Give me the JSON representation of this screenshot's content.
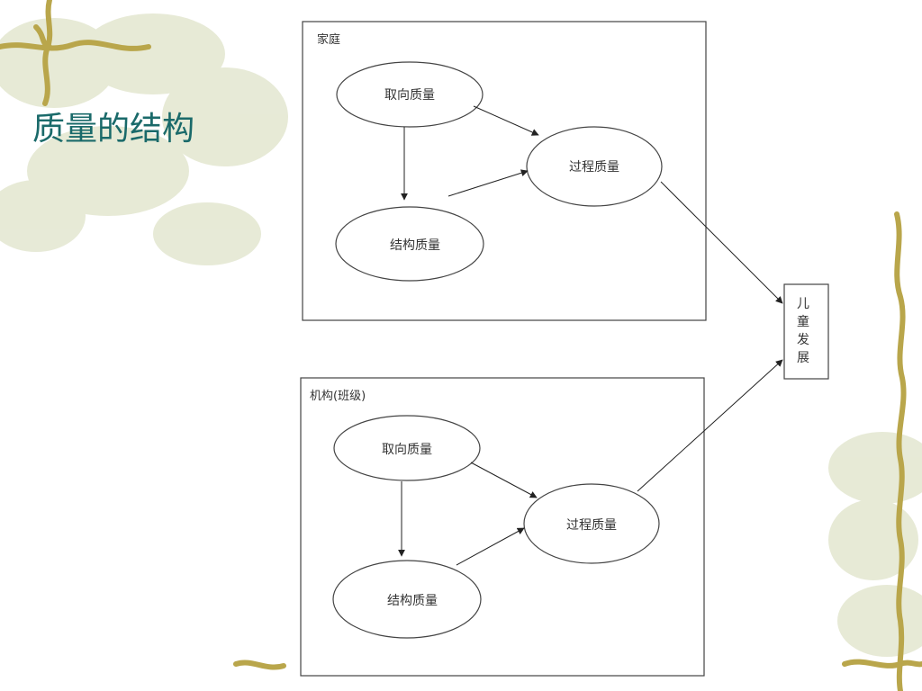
{
  "slide": {
    "title": "质量的结构",
    "theme_colors": {
      "title": "#1a6a6a",
      "vine": "#b9a64b",
      "leaf": "#dfe3c9"
    }
  },
  "diagram": {
    "groups": [
      {
        "label": "家庭",
        "nodes": {
          "orientation": "取向质量",
          "structure": "结构质量",
          "process": "过程质量"
        }
      },
      {
        "label": "机构(班级)",
        "nodes": {
          "orientation": "取向质量",
          "structure": "结构质量",
          "process": "过程质量"
        }
      }
    ],
    "outcome": {
      "chars": [
        "儿",
        "童",
        "发",
        "展"
      ]
    },
    "edges": [
      [
        "家庭.取向质量",
        "家庭.过程质量"
      ],
      [
        "家庭.取向质量",
        "家庭.结构质量"
      ],
      [
        "家庭.结构质量",
        "家庭.过程质量"
      ],
      [
        "家庭.过程质量",
        "儿童发展"
      ],
      [
        "机构(班级).取向质量",
        "机构(班级).过程质量"
      ],
      [
        "机构(班级).取向质量",
        "机构(班级).结构质量"
      ],
      [
        "机构(班级).结构质量",
        "机构(班级).过程质量"
      ],
      [
        "机构(班级).过程质量",
        "儿童发展"
      ]
    ]
  }
}
